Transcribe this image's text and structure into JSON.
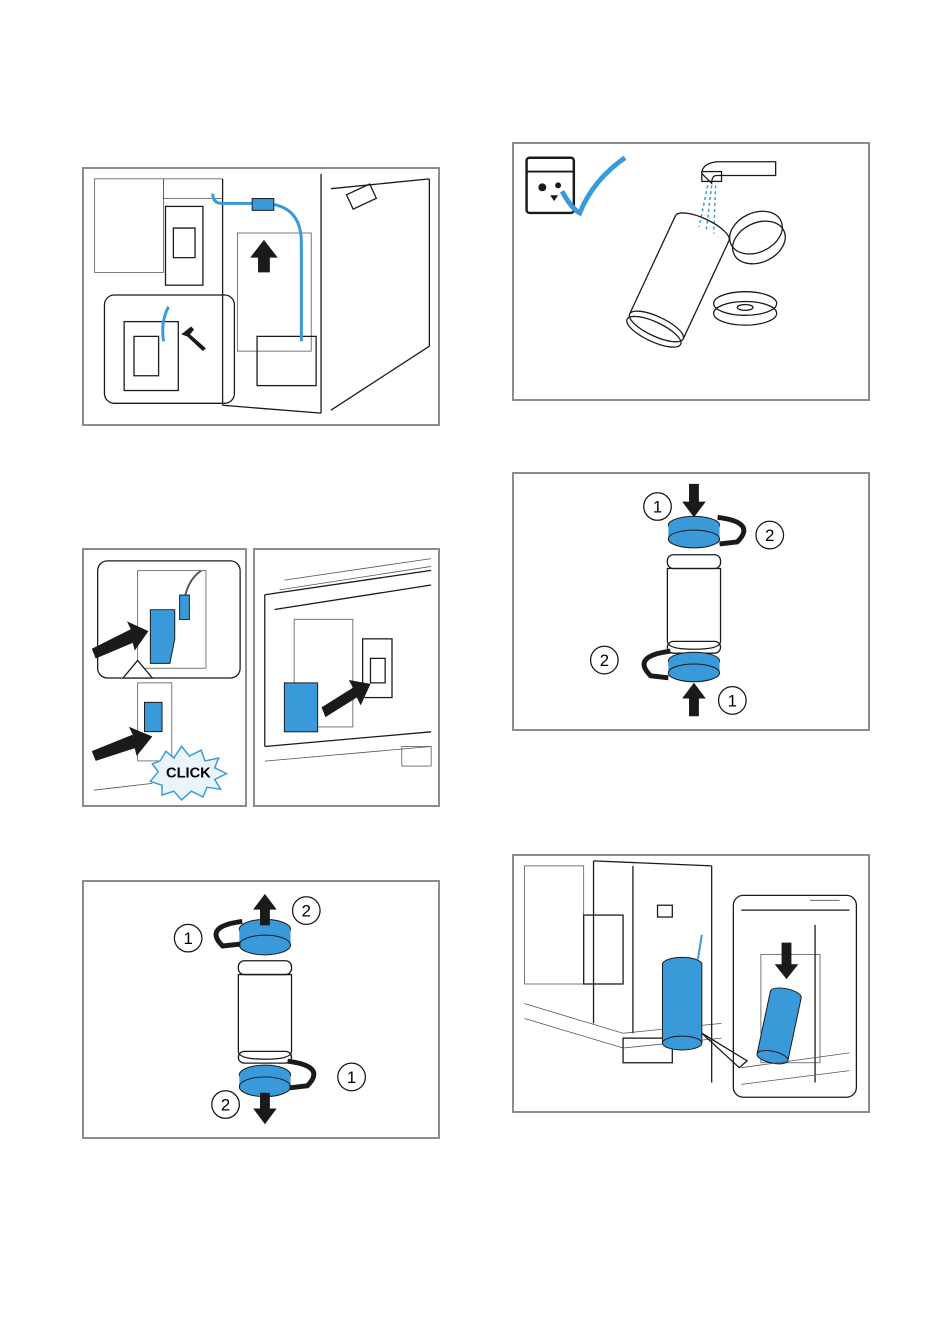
{
  "colors": {
    "accent": "#3a9ad9",
    "accent_light": "#8fcbef",
    "frame": "#8c8c8c",
    "ink": "#1a1a1a"
  },
  "figures": {
    "fig_twist_caps_remove": {
      "step_labels": [
        "1",
        "2",
        "1",
        "2"
      ]
    },
    "fig_insert_caps": {
      "step_labels": [
        "1",
        "2",
        "2",
        "1"
      ]
    },
    "fig_clip_connector": {
      "badge_text": "CLICK"
    },
    "fig_clean_container": {
      "icons": [
        "dishwasher-safe-icon",
        "checkmark-icon",
        "tap-icon"
      ]
    }
  }
}
